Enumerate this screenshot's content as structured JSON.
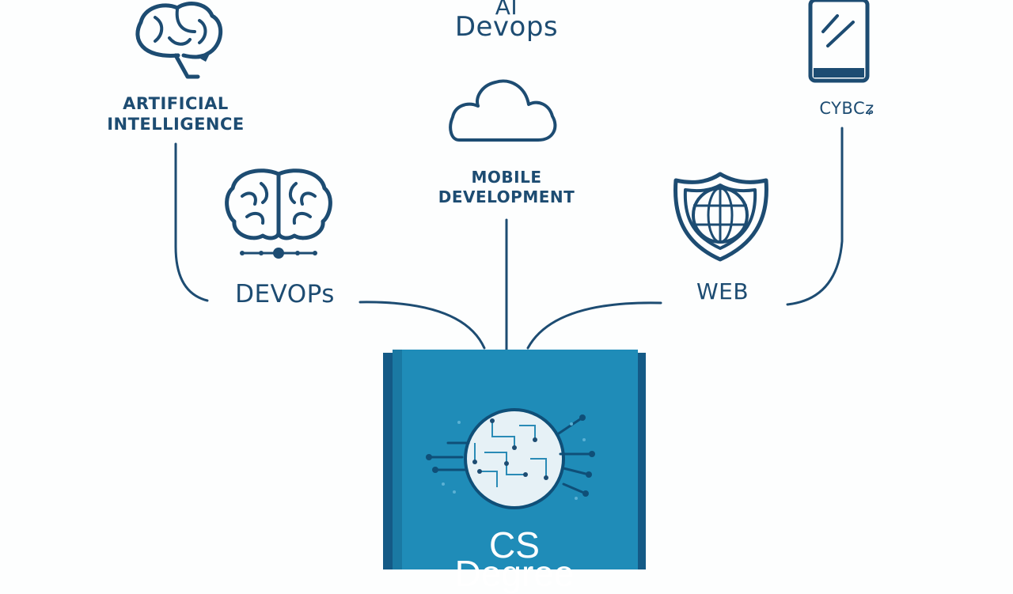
{
  "labels": {
    "top_ai": "AI",
    "top_devops": "Devops",
    "artificial": "ARTIFICIAL",
    "intelligence": "INTELLIGENCE",
    "mobile": "MOBILE",
    "development": "DEVELOPMENT",
    "cyber": "CYBCʑ",
    "devops": "DEVOPs",
    "web": "WEB"
  },
  "book": {
    "line1": "CS",
    "line2": "Degree"
  },
  "colors": {
    "navy": "#1d4c72",
    "book_face": "#1f8cb8",
    "book_spine": "#145a86",
    "circle_fill": "#e6f1f6"
  },
  "icons": [
    "brain-icon",
    "cloud-icon",
    "smartphone-icon",
    "brain-network-icon",
    "globe-shield-icon",
    "circuit-icon"
  ]
}
